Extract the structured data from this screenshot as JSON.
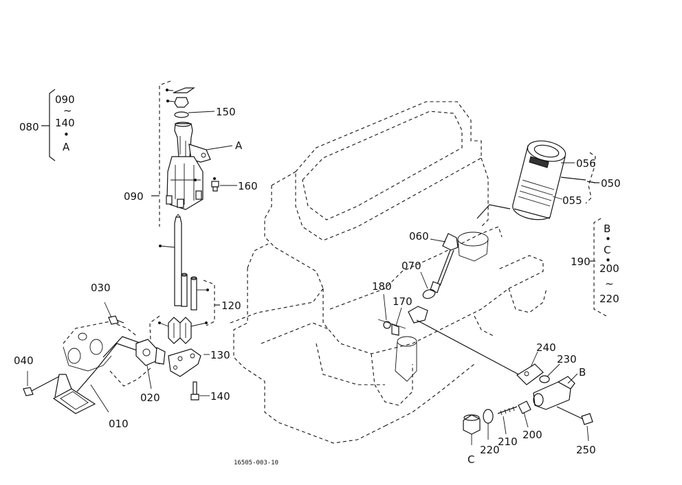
{
  "labels": {
    "p090_top": "090",
    "tilde_a": "~",
    "p140_top": "140",
    "dot_a": "•",
    "ref_A_left": "A",
    "p080": "080",
    "p150": "150",
    "ref_A": "A",
    "p160": "160",
    "p090": "090",
    "p120": "120",
    "p130": "130",
    "p140": "140",
    "p030": "030",
    "p040": "040",
    "p020": "020",
    "p010": "010",
    "p060": "060",
    "p070": "070",
    "p180": "180",
    "p170": "170",
    "p056": "056",
    "p055": "055",
    "p050": "050",
    "ref_B_r": "B",
    "dot_b1": "•",
    "ref_C_r": "C",
    "dot_b2": "•",
    "p190": "190",
    "p200_r": "200",
    "tilde_b": "~",
    "p220_r": "220",
    "p240": "240",
    "p230": "230",
    "ref_B": "B",
    "p220": "220",
    "p210": "210",
    "p200": "200",
    "p250": "250",
    "ref_C": "C",
    "drawing_no": "16505-003-10"
  }
}
